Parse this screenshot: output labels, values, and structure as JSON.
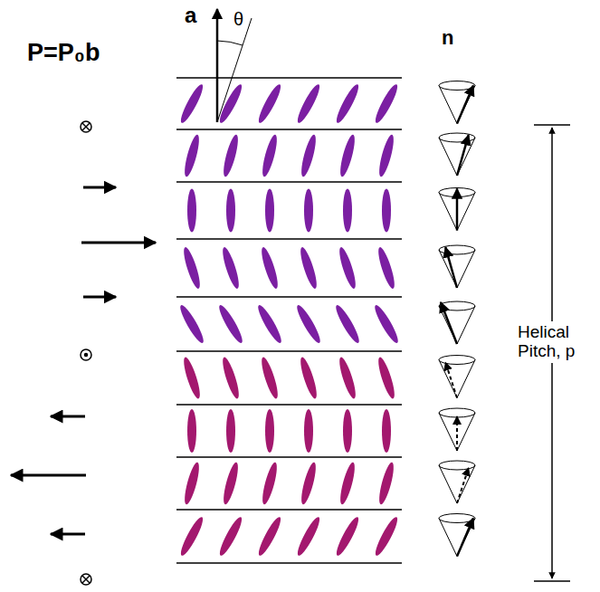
{
  "diagram": {
    "labels": [
      "P=P₀b",
      "a",
      "θ",
      "n",
      "Helical Pitch, p"
    ]
  }
}
